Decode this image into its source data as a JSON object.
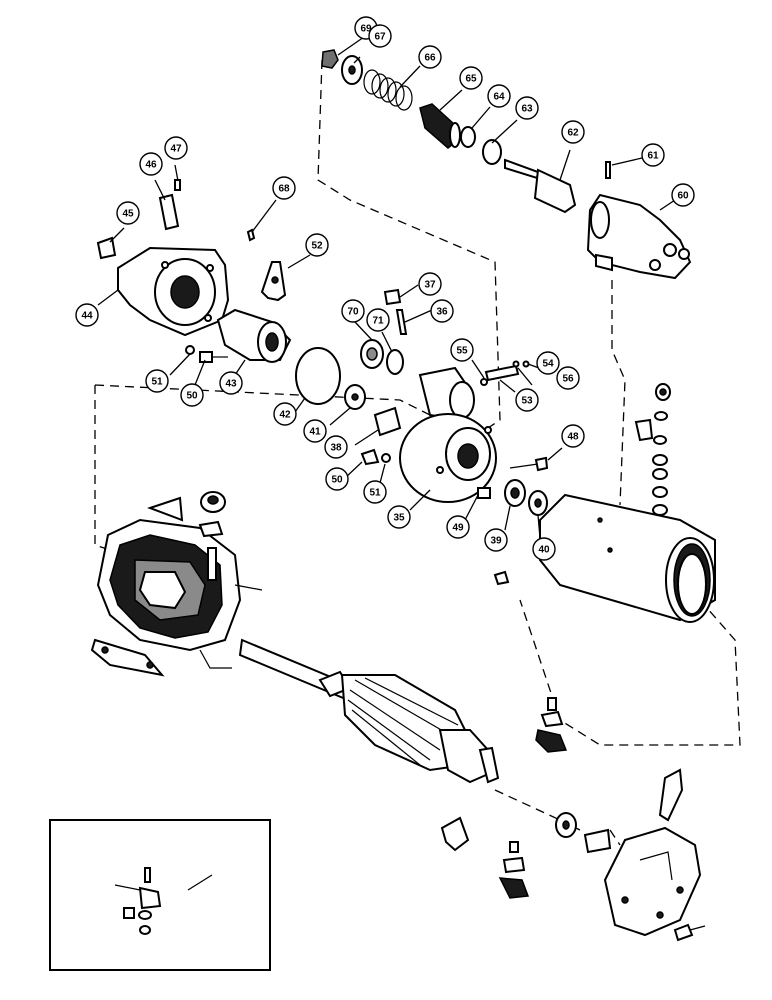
{
  "diagram": {
    "callouts": [
      {
        "id": "c69",
        "label": "69"
      },
      {
        "id": "c67",
        "label": "67"
      },
      {
        "id": "c66",
        "label": "66"
      },
      {
        "id": "c65",
        "label": "65"
      },
      {
        "id": "c64",
        "label": "64"
      },
      {
        "id": "c63",
        "label": "63"
      },
      {
        "id": "c62",
        "label": "62"
      },
      {
        "id": "c61",
        "label": "61"
      },
      {
        "id": "c60",
        "label": "60"
      },
      {
        "id": "c47",
        "label": "47"
      },
      {
        "id": "c46",
        "label": "46"
      },
      {
        "id": "c45",
        "label": "45"
      },
      {
        "id": "c44",
        "label": "44"
      },
      {
        "id": "c68",
        "label": "68"
      },
      {
        "id": "c52",
        "label": "52"
      },
      {
        "id": "c37",
        "label": "37"
      },
      {
        "id": "c36",
        "label": "36"
      },
      {
        "id": "c70",
        "label": "70"
      },
      {
        "id": "c71",
        "label": "71"
      },
      {
        "id": "c55",
        "label": "55"
      },
      {
        "id": "c56",
        "label": "56"
      },
      {
        "id": "c54",
        "label": "54"
      },
      {
        "id": "c53",
        "label": "53"
      },
      {
        "id": "c51a",
        "label": "51"
      },
      {
        "id": "c50a",
        "label": "50"
      },
      {
        "id": "c43",
        "label": "43"
      },
      {
        "id": "c42",
        "label": "42"
      },
      {
        "id": "c41",
        "label": "41"
      },
      {
        "id": "c38",
        "label": "38"
      },
      {
        "id": "c50b",
        "label": "50"
      },
      {
        "id": "c51b",
        "label": "51"
      },
      {
        "id": "c35",
        "label": "35"
      },
      {
        "id": "c48",
        "label": "48"
      },
      {
        "id": "c49",
        "label": "49"
      },
      {
        "id": "c39",
        "label": "39"
      },
      {
        "id": "c40",
        "label": "40"
      }
    ]
  }
}
